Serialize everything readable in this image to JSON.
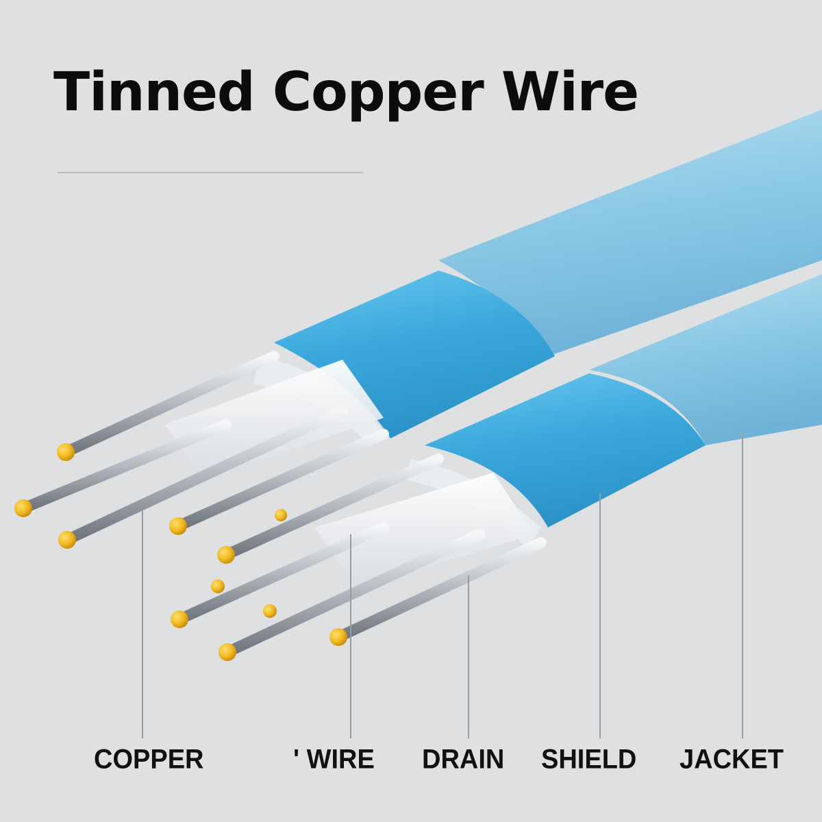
{
  "title": "Tinned Copper Wire",
  "labels": {
    "copper": "COPPER",
    "wire": "' WIRE",
    "drain": "DRAIN",
    "shield": "SHIELD",
    "jacket": "JACKET"
  },
  "colors": {
    "background": "#dfe0e2",
    "jacket": "#8fc9e4",
    "shield": "#49b6e2",
    "wire_tip": "#f0b81e",
    "wire_body": "#cfd3d8"
  }
}
